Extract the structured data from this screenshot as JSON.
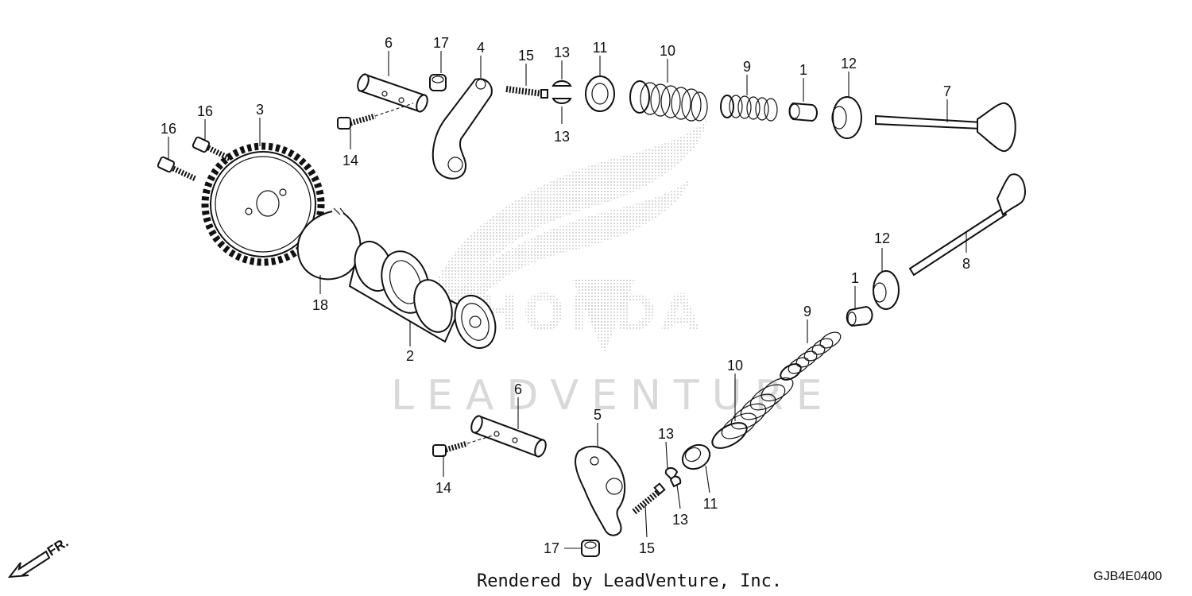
{
  "watermark": {
    "brand": "LEADVENTURE",
    "honda": "HONDA"
  },
  "credit": "Rendered by LeadVenture, Inc.",
  "diagram_code": "GJB4E0400",
  "front_indicator": "FR.",
  "callouts": {
    "c6a": "6",
    "c17a": "17",
    "c4": "4",
    "c15a": "15",
    "c13a": "13",
    "c13b": "13",
    "c11a": "11",
    "c10a": "10",
    "c9a": "9",
    "c1a": "1",
    "c12a": "12",
    "c7": "7",
    "c16a": "16",
    "c16b": "16",
    "c3": "3",
    "c14a": "14",
    "c18": "18",
    "c2": "2",
    "c12b": "12",
    "c8": "8",
    "c1b": "1",
    "c9b": "9",
    "c10b": "10",
    "c6b": "6",
    "c5": "5",
    "c13c": "13",
    "c13d": "13",
    "c11b": "11",
    "c14b": "14",
    "c15b": "15",
    "c17b": "17"
  }
}
